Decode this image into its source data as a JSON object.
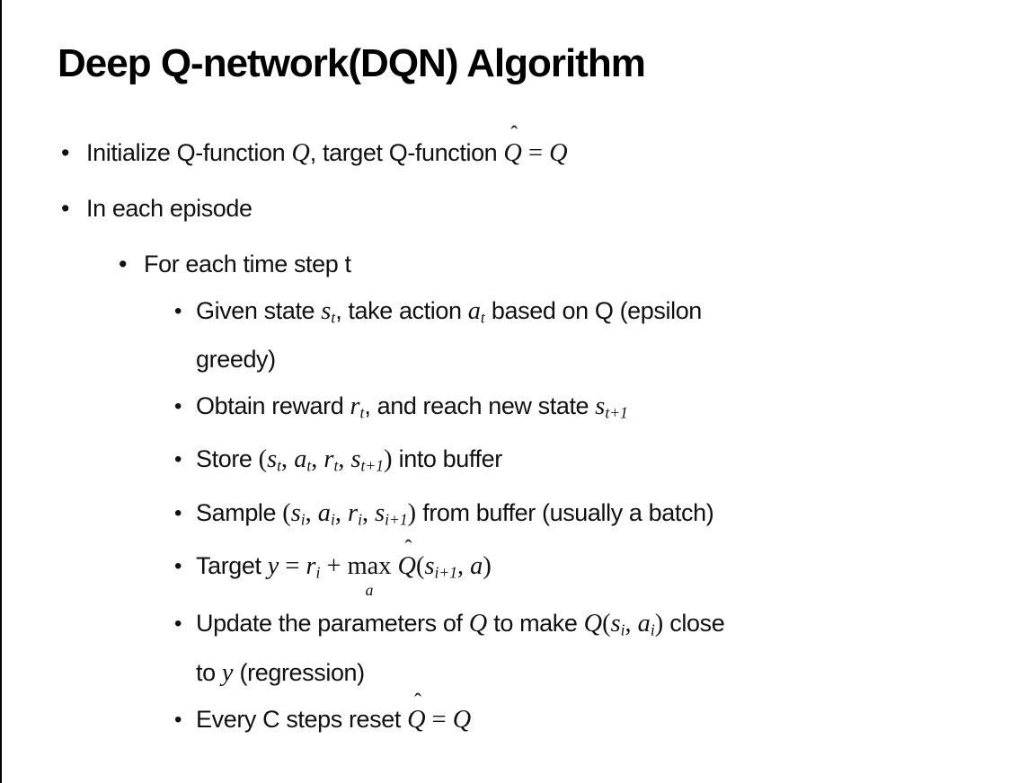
{
  "slide": {
    "title": "Deep Q-network(DQN) Algorithm",
    "bullet_char": "•"
  },
  "colors": {
    "background": "#ffffff",
    "title": "#000000",
    "text": "#111111",
    "border": "#000000"
  },
  "bullets": [
    {
      "level": 1,
      "segments": [
        {
          "t": "Initialize Q-function "
        },
        {
          "v": "Q"
        },
        {
          "t": ", target Q-function "
        },
        {
          "hv": "Q"
        },
        {
          "m": " = "
        },
        {
          "v": "Q"
        }
      ]
    },
    {
      "level": 1,
      "segments": [
        {
          "t": "In each episode"
        }
      ]
    },
    {
      "level": 2,
      "segments": [
        {
          "t": "For each time step t"
        }
      ]
    },
    {
      "level": 3,
      "segments": [
        {
          "t": "Given state "
        },
        {
          "v": "s",
          "sub": "t"
        },
        {
          "t": ", take action "
        },
        {
          "v": "a",
          "sub": "t"
        },
        {
          "t": " based on Q (epsilon"
        },
        {
          "br": true
        },
        {
          "t": "greedy)"
        }
      ]
    },
    {
      "level": 3,
      "segments": [
        {
          "t": "Obtain reward "
        },
        {
          "v": "r",
          "sub": "t"
        },
        {
          "t": ", and reach new state "
        },
        {
          "v": "s",
          "sub": "t+1"
        }
      ]
    },
    {
      "level": 3,
      "segments": [
        {
          "t": "Store "
        },
        {
          "m": "("
        },
        {
          "v": "s",
          "sub": "t"
        },
        {
          "m": ", "
        },
        {
          "v": "a",
          "sub": "t"
        },
        {
          "m": ", "
        },
        {
          "v": "r",
          "sub": "t"
        },
        {
          "m": ", "
        },
        {
          "v": "s",
          "sub": "t+1"
        },
        {
          "m": ")"
        },
        {
          "t": " into buffer"
        }
      ]
    },
    {
      "level": 3,
      "segments": [
        {
          "t": "Sample "
        },
        {
          "m": "("
        },
        {
          "v": "s",
          "sub": "i"
        },
        {
          "m": ", "
        },
        {
          "v": "a",
          "sub": "i"
        },
        {
          "m": ", "
        },
        {
          "v": "r",
          "sub": "i"
        },
        {
          "m": ", "
        },
        {
          "v": "s",
          "sub": "i+1"
        },
        {
          "m": ")"
        },
        {
          "t": " from buffer (usually a batch)"
        }
      ]
    },
    {
      "level": 3,
      "segments": [
        {
          "t": "Target "
        },
        {
          "v": "y"
        },
        {
          "m": " = "
        },
        {
          "v": "r",
          "sub": "i"
        },
        {
          "m": " + "
        },
        {
          "max": "a"
        },
        {
          "m": " "
        },
        {
          "hv": "Q"
        },
        {
          "m": "("
        },
        {
          "v": "s",
          "sub": "i+1"
        },
        {
          "m": ", "
        },
        {
          "v": "a"
        },
        {
          "m": ")"
        }
      ]
    },
    {
      "level": 3,
      "segments": [
        {
          "t": "Update the parameters of "
        },
        {
          "v": "Q"
        },
        {
          "t": " to make "
        },
        {
          "v": "Q"
        },
        {
          "m": "("
        },
        {
          "v": "s",
          "sub": "i"
        },
        {
          "m": ", "
        },
        {
          "v": "a",
          "sub": "i"
        },
        {
          "m": ")"
        },
        {
          "t": " close"
        },
        {
          "br": true
        },
        {
          "t": "to "
        },
        {
          "v": "y"
        },
        {
          "t": " (regression)"
        }
      ]
    },
    {
      "level": 3,
      "segments": [
        {
          "t": "Every C steps reset "
        },
        {
          "hv": "Q"
        },
        {
          "m": " = "
        },
        {
          "v": "Q"
        }
      ]
    }
  ]
}
